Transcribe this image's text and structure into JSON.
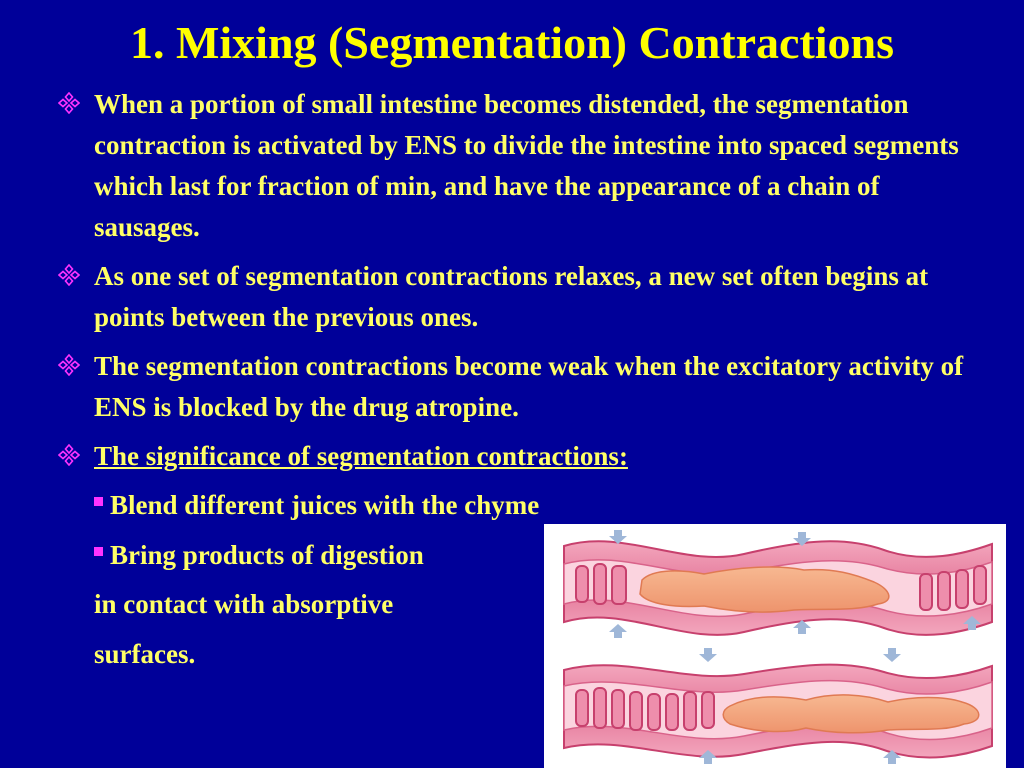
{
  "slide": {
    "title": "1. Mixing (Segmentation) Contractions",
    "bullets": [
      "When a portion of small intestine becomes distended, the segmentation contraction is activated by ENS to divide the intestine into spaced segments which last for fraction of min, and have the appearance of a chain of sausages.",
      "As one set of segmentation contractions relaxes, a new set often begins at points between the previous ones.",
      "The segmentation contractions become weak when the excitatory activity of ENS is blocked by the drug atropine.",
      "The significance of segmentation contractions:"
    ],
    "sub_items": [
      "Blend different juices with the chyme",
      "Bring products of digestion",
      "in contact with absorptive",
      "surfaces."
    ]
  },
  "colors": {
    "background": "#000099",
    "title": "#ffff00",
    "text": "#ffff66",
    "bullet_diamond": "#ff33ff",
    "intestine_wall": "#e77a9a",
    "chyme": "#f0a07c",
    "arrow": "#9fb7d8"
  },
  "icons": {
    "bullet": "diamond-cluster-icon",
    "sub_bullet": "square-bullet-icon",
    "arrows": "arrow-icon"
  },
  "figure": {
    "subject": "segmentation contractions of the small intestine"
  }
}
